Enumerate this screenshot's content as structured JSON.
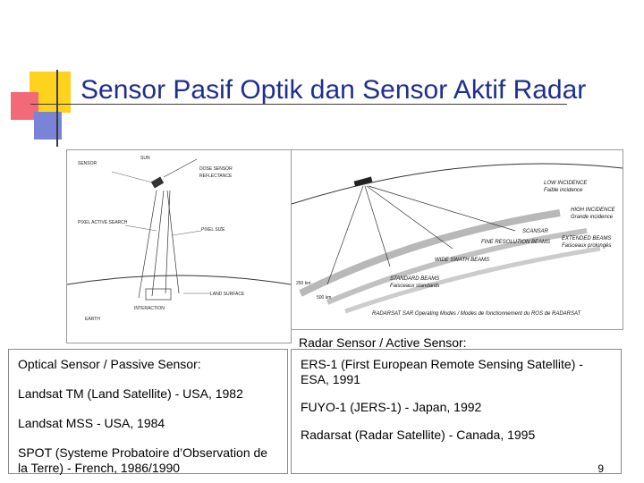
{
  "slide": {
    "title": "Sensor Pasif Optik dan Sensor Aktif Radar",
    "page_number": "9"
  },
  "figure_left": {
    "labels": {
      "sensor": "SENSOR",
      "sun": "SUN",
      "dose_sensor": "DOSE SENSOR",
      "reflectance": "REFLECTANCE",
      "pixel_active": "PIXEL ACTIVE SEARCH",
      "pixel_size": "PIXEL SIZE",
      "land_surface": "LAND SURFACE",
      "earth": "EARTH",
      "interaction": "INTERACTION"
    }
  },
  "figure_right": {
    "labels": {
      "low_incidence": "LOW INCIDENCE",
      "faible": "Faible incidence",
      "high_incidence": "HIGH INCIDENCE",
      "grande": "Grande incidence",
      "scansar": "SCANSAR",
      "extended_beams": "EXTENDED BEAMS",
      "faisceaux_prolonges": "Faisceaux prolongés",
      "fine_resolution": "FINE RESOLUTION BEAMS",
      "wide_swath": "WIDE SWATH BEAMS",
      "standard_beams": "STANDARD BEAMS",
      "faisceaux_standards": "Faisceaux standards",
      "km_250": "250 km",
      "km_500": "500 km",
      "caption": "RADARSAT SAR Operating Modes / Modes de fonctionnement du ROS de RADARSAT"
    }
  },
  "radar_heading": "Radar Sensor / Active Sensor:",
  "optical_box": {
    "items": [
      "Optical Sensor / Passive Sensor:",
      "Landsat TM (Land Satellite) - USA, 1982",
      "Landsat MSS - USA, 1984",
      "SPOT (Systeme Probatoire d’Observation de la Terre) - French, 1986/1990"
    ]
  },
  "radar_box": {
    "items": [
      "ERS-1 (First European Remote Sensing Satellite) - ESA, 1991",
      "FUYO-1 (JERS-1) - Japan, 1992",
      "Radarsat (Radar Satellite) - Canada, 1995"
    ]
  },
  "colors": {
    "title": "#1f2f8f",
    "square_yellow": "#ffd21e",
    "square_red": "#f26a77",
    "square_blue": "#7a84d6"
  }
}
